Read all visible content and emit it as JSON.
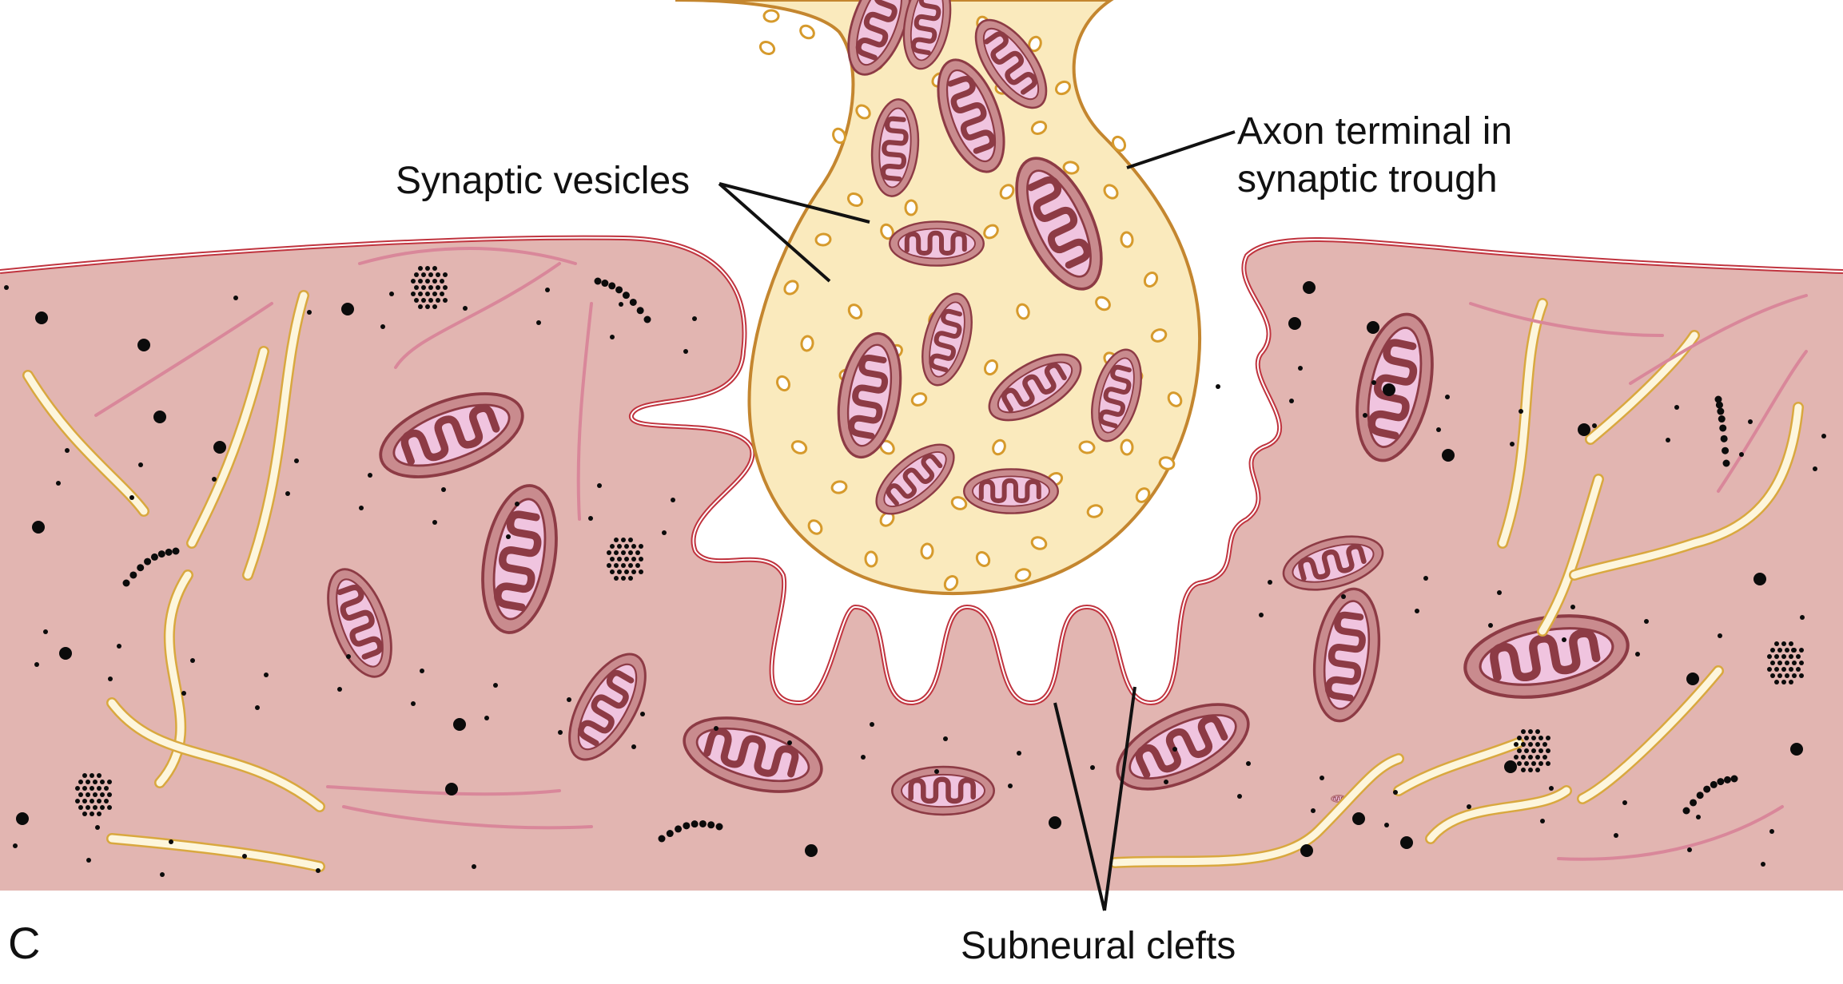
{
  "figure": {
    "panel_letter": "C",
    "labels": {
      "synaptic_vesicles": "Synaptic vesicles",
      "axon_terminal_line1": "Axon terminal in",
      "axon_terminal_line2": "synaptic trough",
      "subneural_clefts": "Subneural clefts"
    }
  },
  "colors": {
    "muscle": "#e2b5b1",
    "sarcolemma": "#c0343f",
    "axon": "#faeabd",
    "axon_outline": "#c4862f",
    "vesicle": "#d69a2c",
    "mito_outer": "#c98b8e",
    "mito_inner": "#f0c4df",
    "mito_stroke": "#8d3b45",
    "fiber": "#fdf6dc",
    "fiber_edge": "#d9a83f",
    "filament": "#d9879a",
    "dot": "#0b0b0b",
    "leader": "#111111"
  }
}
